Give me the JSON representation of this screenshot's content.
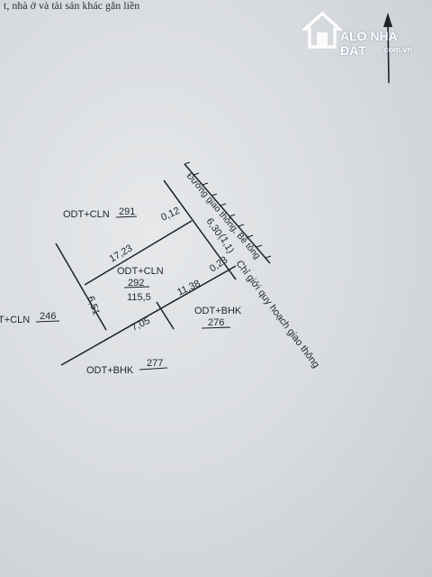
{
  "header_text": "t, nhà ở và tài sản khác gắn liền",
  "road_label": "Đường giao thông, Bê tông",
  "road_width": "6,30",
  "road_setback": "(1,1)",
  "planning_label": "Chỉ giới quy hoạch giao thông",
  "main_parcel": {
    "type": "ODT+CLN",
    "number": "292",
    "area": "115,5"
  },
  "parcels": {
    "north": {
      "type": "ODT+CLN",
      "number": "291"
    },
    "east": {
      "type": "ODT+BHK",
      "number": "276"
    },
    "south": {
      "type": "ODT+BHK",
      "number": "277"
    },
    "west": {
      "type": "T+CLN",
      "number": "246"
    }
  },
  "dimensions": {
    "north_edge": "17,23",
    "south_edge_right": "11,38",
    "south_edge_left": "7,05",
    "west_edge": "6,51",
    "corner_top": "0,12",
    "corner_bottom": "0,23"
  },
  "watermark": {
    "brand": "ALO NHÀ ĐẤT",
    "domain": ".com.vn"
  },
  "colors": {
    "ink": "#1c2029",
    "paper": "#dcdfe2",
    "watermark": "#ffffff"
  },
  "north_arrow_icon": "north-arrow-icon"
}
